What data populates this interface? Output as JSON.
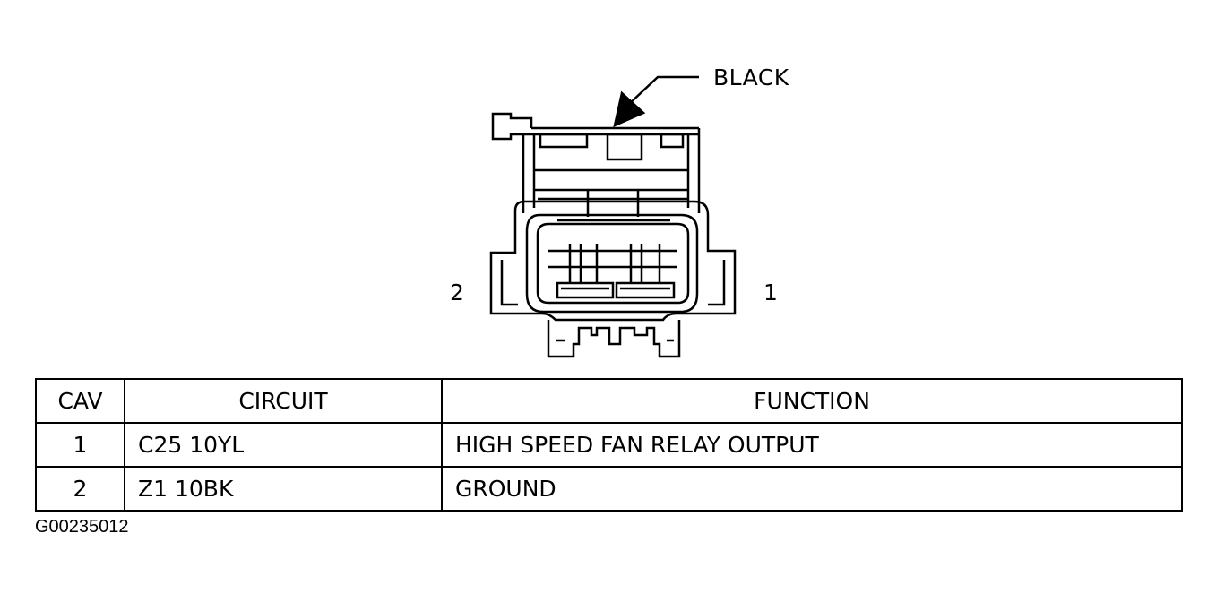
{
  "connector": {
    "color_label": "BLACK",
    "pin_label_left": "2",
    "pin_label_right": "1"
  },
  "table": {
    "headers": {
      "cav": "CAV",
      "circuit": "CIRCUIT",
      "function": "FUNCTION"
    },
    "rows": [
      {
        "cav": "1",
        "circuit": "C25 10YL",
        "function": "HIGH SPEED FAN RELAY OUTPUT"
      },
      {
        "cav": "2",
        "circuit": "Z1 10BK",
        "function": "GROUND"
      }
    ]
  },
  "figure_id": "G00235012"
}
